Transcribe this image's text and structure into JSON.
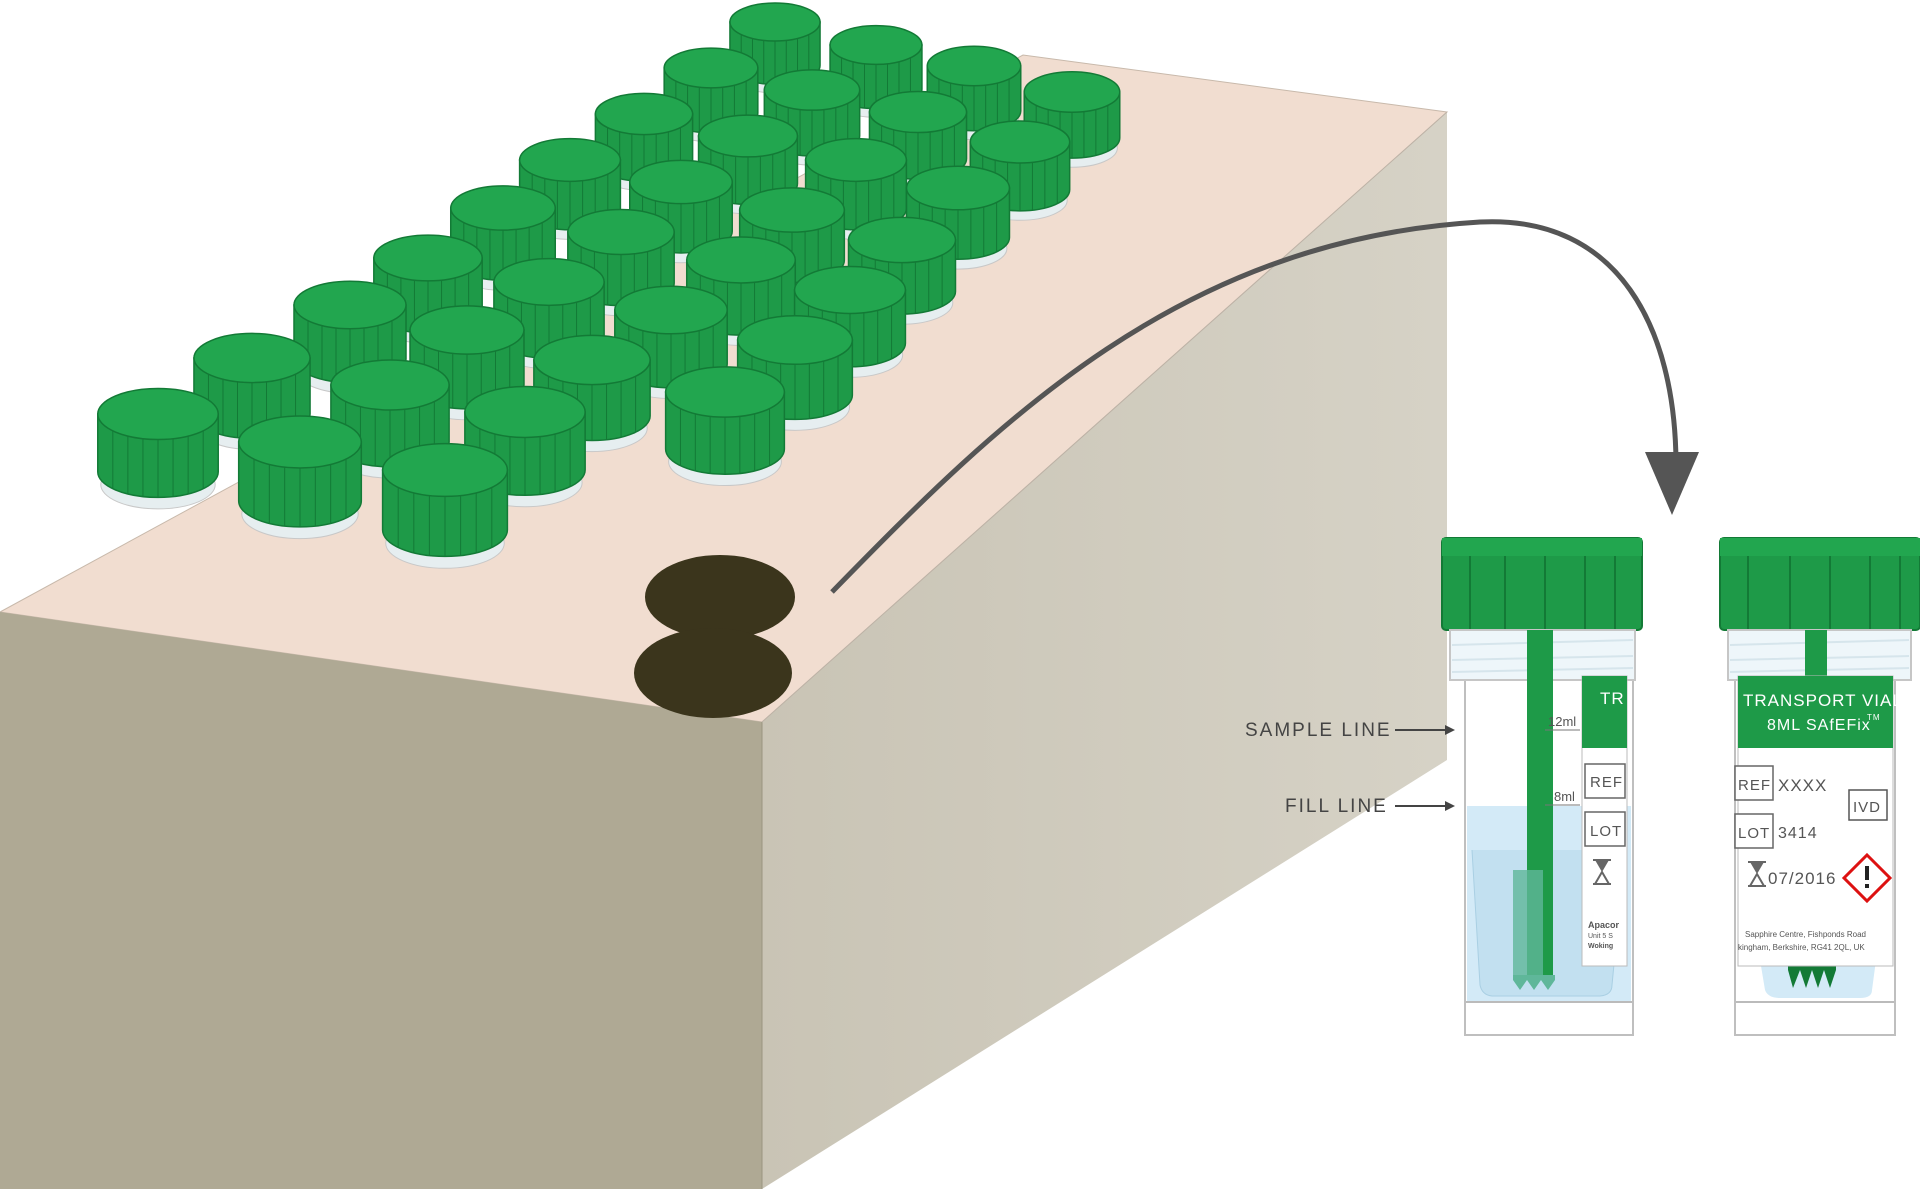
{
  "colors": {
    "cap": "#1e9a48",
    "cap_dark": "#137a36",
    "cap_top": "#22a64f",
    "block_top": "#f1ddd0",
    "block_front": "#afa994",
    "block_side": "#cdc9bb",
    "hole": "#3b351c",
    "arrow": "#555555",
    "liquid": "#cfe8f6"
  },
  "labels": {
    "sample_line": "SAMPLE LINE",
    "fill_line": "FILL LINE"
  },
  "vial_front": {
    "grad_12": "12ml",
    "grad_8": "8ml",
    "label_title": "TR",
    "ref": "REF",
    "lot": "LOT",
    "maker_1": "Apacor",
    "maker_2": "Unit 5  S",
    "maker_3": "Woking"
  },
  "vial_back": {
    "title_1": "TRANSPORT VIAL",
    "title_2": "8ML SAfEFix",
    "tm": "TM",
    "ref": "REF",
    "ref_value": "XXXX",
    "lot": "LOT",
    "lot_value": "3414",
    "ivd": "IVD",
    "expiry": "07/2016",
    "address_1": "Sapphire Centre, Fishponds Road",
    "address_2": "kingham, Berkshire, RG41 2QL, UK"
  },
  "icons": [
    "hourglass-icon",
    "hazard-exclamation-icon",
    "curved-arrow-icon"
  ]
}
